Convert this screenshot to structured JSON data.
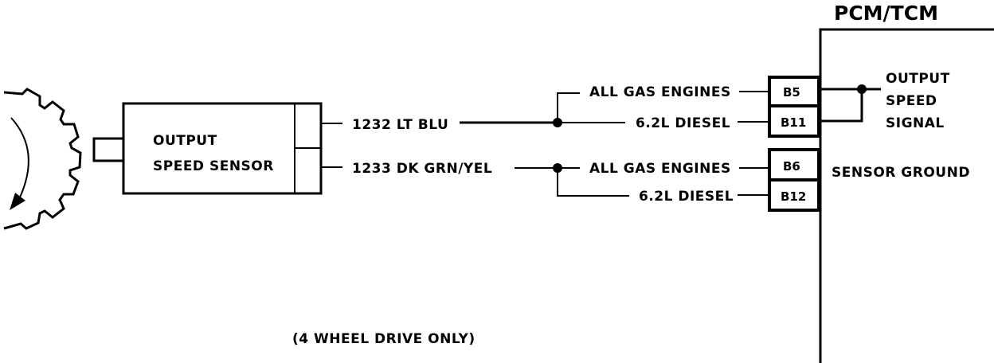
{
  "module": {
    "title": "PCM/TCM"
  },
  "sensor": {
    "line1": "OUTPUT",
    "line2": "SPEED SENSOR"
  },
  "wires": {
    "signal": "1232 LT BLU",
    "ground": "1233 DK GRN/YEL"
  },
  "branches": {
    "signal_gas": "ALL GAS ENGINES",
    "signal_diesel": "6.2L DIESEL",
    "ground_gas": "ALL GAS ENGINES",
    "ground_diesel": "6.2L DIESEL"
  },
  "pins": {
    "b5": "B5",
    "b11": "B11",
    "b6": "B6",
    "b12": "B12"
  },
  "signals": {
    "output_1": "OUTPUT",
    "output_2": "SPEED",
    "output_3": "SIGNAL",
    "ground": "SENSOR GROUND"
  },
  "note": "(4 WHEEL DRIVE ONLY)"
}
